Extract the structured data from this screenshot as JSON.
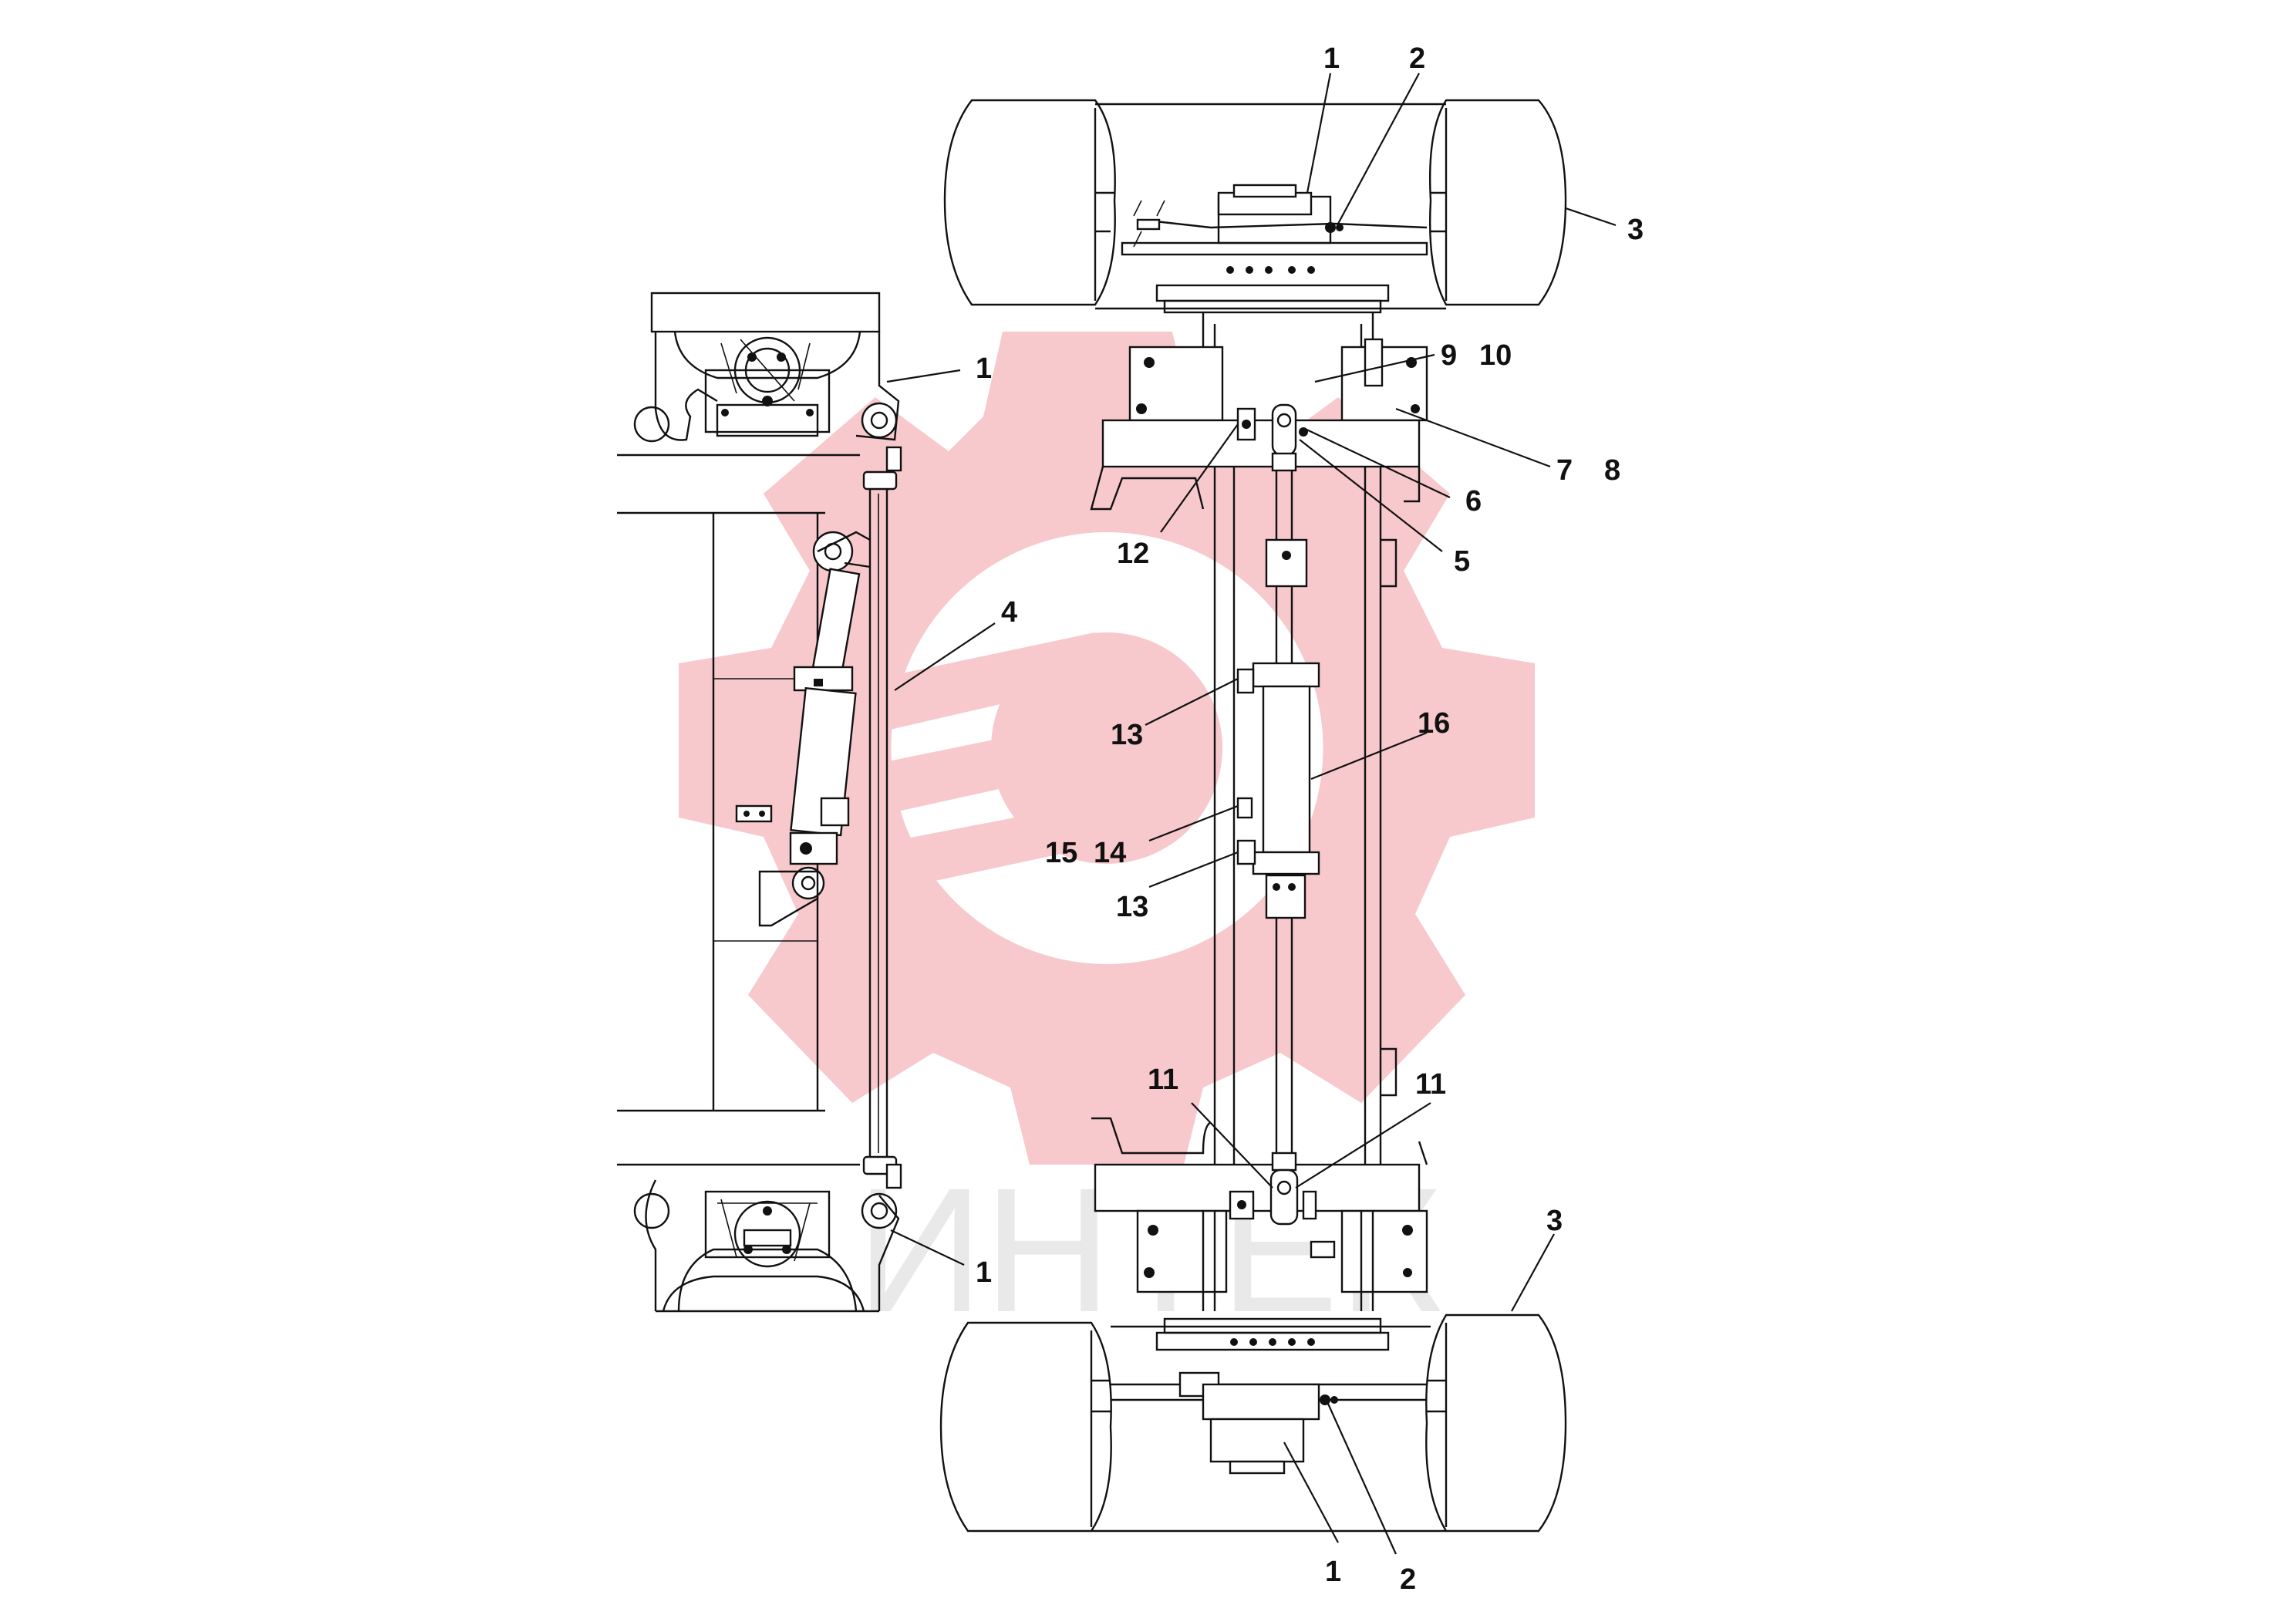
{
  "watermark": {
    "text": "ИНТЕК",
    "color": "#f7c8cc"
  },
  "labels": {
    "side_top_1": "1",
    "side_bot_1": "1",
    "side_4": "4",
    "top_1": "1",
    "top_2": "2",
    "top_3": "3",
    "l9": "9",
    "l10": "10",
    "l7": "7",
    "l8": "8",
    "l6": "6",
    "l5": "5",
    "l12": "12",
    "l13a": "13",
    "l16": "16",
    "l15": "15",
    "l14": "14",
    "l13b": "13",
    "l11a": "11",
    "l11b": "11",
    "bot_3": "3",
    "bot_1": "1",
    "bot_2": "2"
  }
}
